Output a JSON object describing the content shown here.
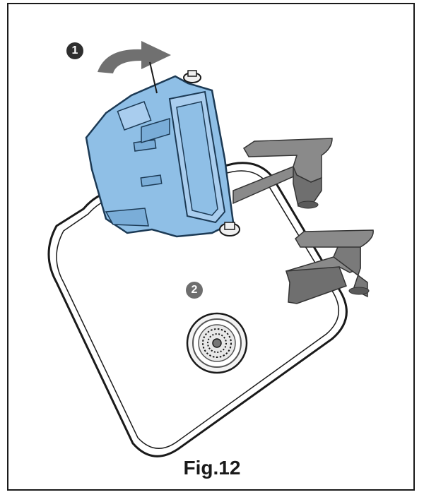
{
  "figure": {
    "caption": "Fig.12",
    "steps": {
      "step1": "1",
      "step2": "2"
    }
  },
  "colors": {
    "box_fill": "#8fbfe6",
    "box_stroke": "#1c3a55",
    "arrow": "#707070",
    "faucet": "#888888",
    "outline": "#1a1a1a",
    "badge": "#3a3a3a"
  },
  "icons": {
    "step1_arrow": "curved-arrow-icon",
    "drain": "drain-strainer-icon"
  }
}
